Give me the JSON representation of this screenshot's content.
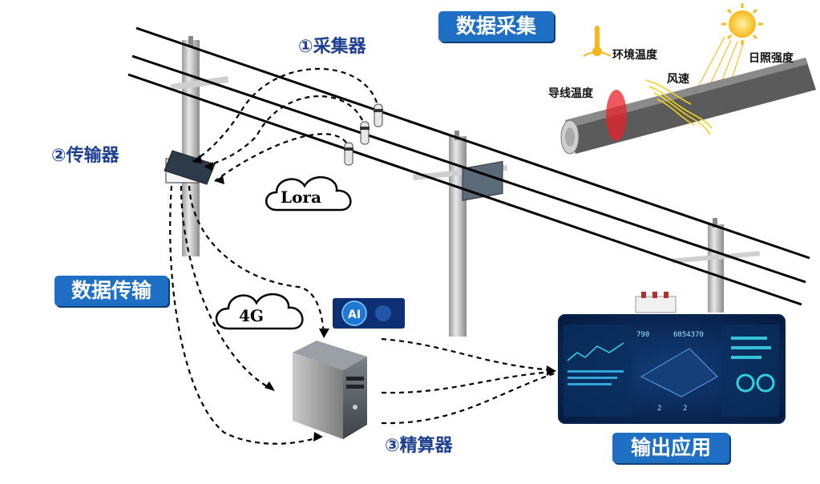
{
  "labels": {
    "data_collection": "数据采集",
    "collector": "①采集器",
    "transmitter": "②传输器",
    "data_transmission": "数据传输",
    "calculator": "③精算器",
    "output_application": "输出应用",
    "ambient_temperature": "环境温度",
    "sunlight_intensity": "日照强度",
    "wind_speed": "风速",
    "conductor_temperature": "导线温度",
    "lora": "Lora",
    "fourg": "4G",
    "ai": "AI"
  },
  "icons": {
    "thermometer": "thermometer-icon",
    "sun": "sun-icon",
    "cloud": "cloud-icon",
    "server": "server-tower-icon",
    "dashboard": "dashboard-screen-icon"
  },
  "dashboard": {
    "counter_left": "790",
    "counter_right": "6054370",
    "stat_left": "2",
    "stat_right": "2"
  },
  "colors": {
    "badge_blue": "#1f6fc4",
    "step_text": "#1d3f8f",
    "hot_spot": "#e8202a",
    "wind": "#f2d21b",
    "sun": "#f7b81b"
  }
}
